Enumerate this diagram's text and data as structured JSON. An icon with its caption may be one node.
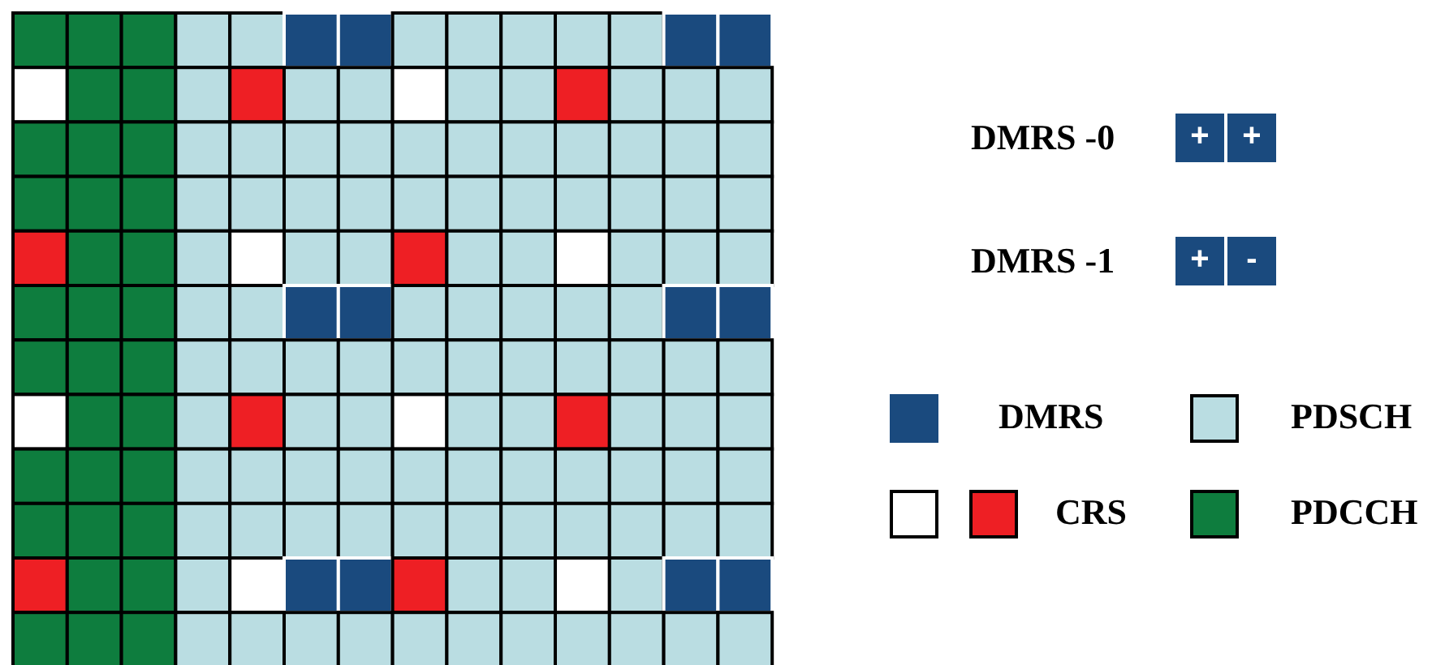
{
  "diagram": {
    "labels": [
      "DMRS -0",
      "+",
      "+",
      "DMRS -1",
      "+",
      "-"
    ],
    "legend": [
      {
        "text": "DMRS",
        "color": "#1a4a7e"
      },
      {
        "text": "PDSCH",
        "color": "#badde2"
      },
      {
        "text": "CRS",
        "color": "#ee1f24"
      },
      {
        "text": "PDCCH",
        "color": "#0e7d3e"
      }
    ]
  }
}
